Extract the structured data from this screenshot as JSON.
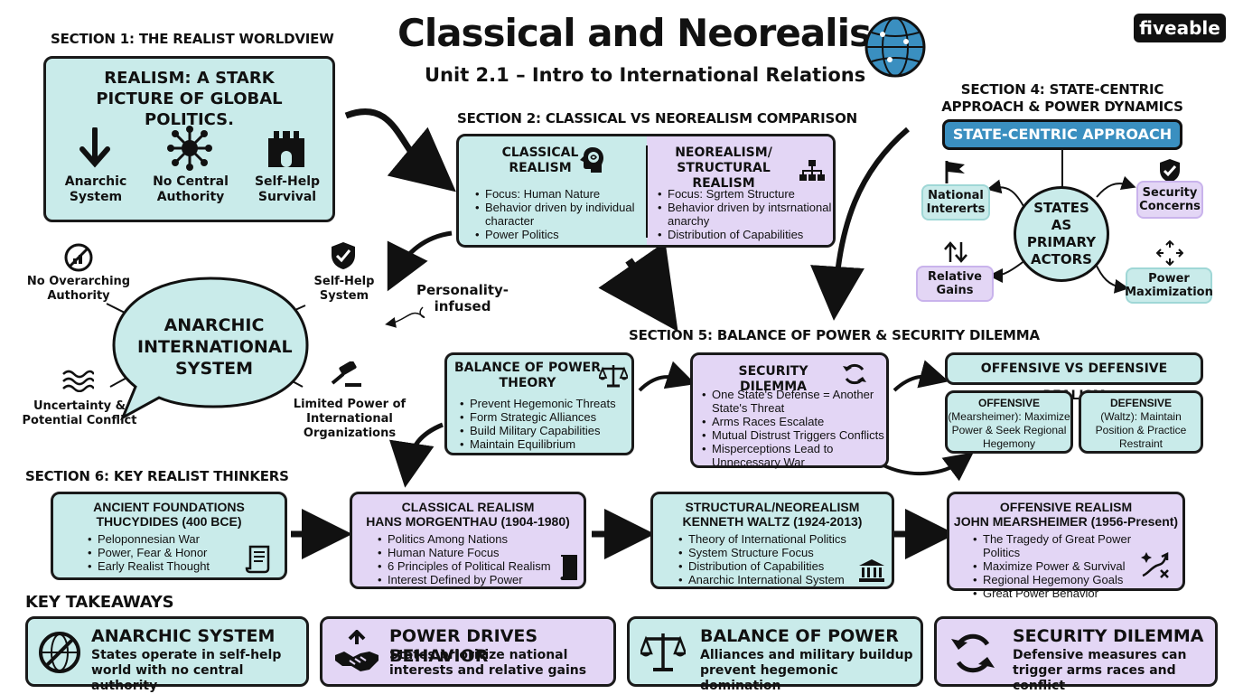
{
  "title": "Classical and Neorealism",
  "subtitle": "Unit 2.1 – Intro to International Relations",
  "brand": "fiveable",
  "section1": {
    "header": "SECTION 1: THE REALIST WORLDVIEW",
    "box_title": "REALISM: A STARK PICTURE OF GLOBAL POLITICS.",
    "items": [
      {
        "label": "Anarchic System",
        "icon": "down-arrow-icon"
      },
      {
        "label": "No Central Authority",
        "icon": "network-icon"
      },
      {
        "label": "Self-Help Survival",
        "icon": "castle-icon"
      }
    ]
  },
  "anarchy": {
    "title": "ANARCHIC INTERNATIONAL SYSTEM",
    "labels": {
      "top_left": "No Overarching Authority",
      "top_right": "Self-Help System",
      "bottom_left": "Uncertainty & Potential Conflict",
      "bottom_right": "Limited Power of International Organizations"
    },
    "note": "Personality-infused"
  },
  "section2": {
    "header": "SECTION 2: CLASSICAL VS NEOREALISM COMPARISON",
    "classical": {
      "title": "CLASSICAL REALISM",
      "bullets": [
        "Focus: Human Nature",
        "Behavior driven by individual character",
        "Power Politics"
      ]
    },
    "neo": {
      "title": "NEOREALISM/ STRUCTURAL REALISM",
      "bullets": [
        "Focus: Sgrtem Structure",
        "Behavior driven by intsrnational anarchy",
        "Distribution of Capabilities"
      ]
    }
  },
  "section4": {
    "header": "SECTION 4: STATE-CENTRIC APPROACH & POWER DYNAMICS",
    "banner": "STATE-CENTRIC APPROACH",
    "center": "STATES AS PRIMARY ACTORS",
    "nodes": {
      "national": "National Intererts",
      "security": "Security Concerns",
      "relative": "Relative Gains",
      "power": "Power Maximization"
    }
  },
  "section5": {
    "header": "SECTION 5: BALANCE OF POWER & SECURITY DILEMMA",
    "bop": {
      "title": "BALANCE OF POWER THEORY",
      "bullets": [
        "Prevent Hegemonic Threats",
        "Form Strategic Alliances",
        "Build Military Capabilities",
        "Maintain Equilibrium"
      ]
    },
    "sd": {
      "title": "SECURITY DILEMMA",
      "bullets": [
        "One State's Defense = Another State's Threat",
        "Arms Races Escalate",
        "Mutual Distrust Triggers Conflicts",
        "Misperceptions Lead to Unnecessary War"
      ]
    },
    "ovd": {
      "title": "OFFENSIVE VS DEFENSIVE REALISM",
      "offensive": "OFFENSIVE (Mearsheimer): Maximize Power & Seek Regional Hegemony",
      "offensive_head": "OFFENSIVE",
      "offensive_body": "(Mearsheimer): Maximize Power & Seek Regional Hegemony",
      "defensive_head": "DEFENSIVE",
      "defensive_body": "(Waltz): Maintain Position & Practice Restraint"
    }
  },
  "section6": {
    "header": "SECTION 6: KEY REALIST THINKERS",
    "thinkers": [
      {
        "title1": "ANCIENT FOUNDATIONS",
        "title2": "THUCYDIDES (400 BCE)",
        "bullets": [
          "Peloponnesian War",
          "Power, Fear & Honor",
          "Early Realist Thought"
        ],
        "icon": "scroll-icon"
      },
      {
        "title1": "CLASSICAL REALISM",
        "title2": "HANS MORGENTHAU (1904-1980)",
        "bullets": [
          "Politics Among Nations",
          "Human Nature Focus",
          "6 Principles of Political Realism",
          "Interest Defined by Power"
        ],
        "icon": "book-icon"
      },
      {
        "title1": "STRUCTURAL/NEOREALISM",
        "title2": "KENNETH WALTZ (1924-2013)",
        "bullets": [
          "Theory of International Politics",
          "System Structure Focus",
          "Distribution of Capabilities",
          "Anarchic International System"
        ],
        "icon": "government-building-icon"
      },
      {
        "title1": "OFFENSIVE REALISM",
        "title2": "JOHN MEARSHEIMER (1956-Present)",
        "bullets": [
          "The Tragedy of Great Power Politics",
          "Maximize Power & Survival",
          "Regional Hegemony Goals",
          "Great Power Behavior"
        ],
        "icon": "strategy-icon"
      }
    ]
  },
  "takeaways": {
    "header": "KEY TAKEAWAYS",
    "items": [
      {
        "title": "ANARCHIC SYSTEM",
        "text": "States operate in self-help world with no central authority",
        "icon": "no-authority-icon"
      },
      {
        "title": "POWER DRIVES BEHAVIOR",
        "text": "States prioritize national interests and relative gains",
        "icon": "handshake-icon"
      },
      {
        "title": "BALANCE OF POWER",
        "text": "Alliances and military buildup prevent hegemonic domination",
        "icon": "scales-icon"
      },
      {
        "title": "SECURITY DILEMMA",
        "text": "Defensive measures can trigger arms races and conflict",
        "icon": "cycle-icon"
      }
    ]
  },
  "colors": {
    "teal": "#c9ebea",
    "lavender": "#e3d6f5",
    "banner": "#3a8fc0",
    "globe": "#3a8fc0",
    "ink": "#1a1a1a"
  }
}
